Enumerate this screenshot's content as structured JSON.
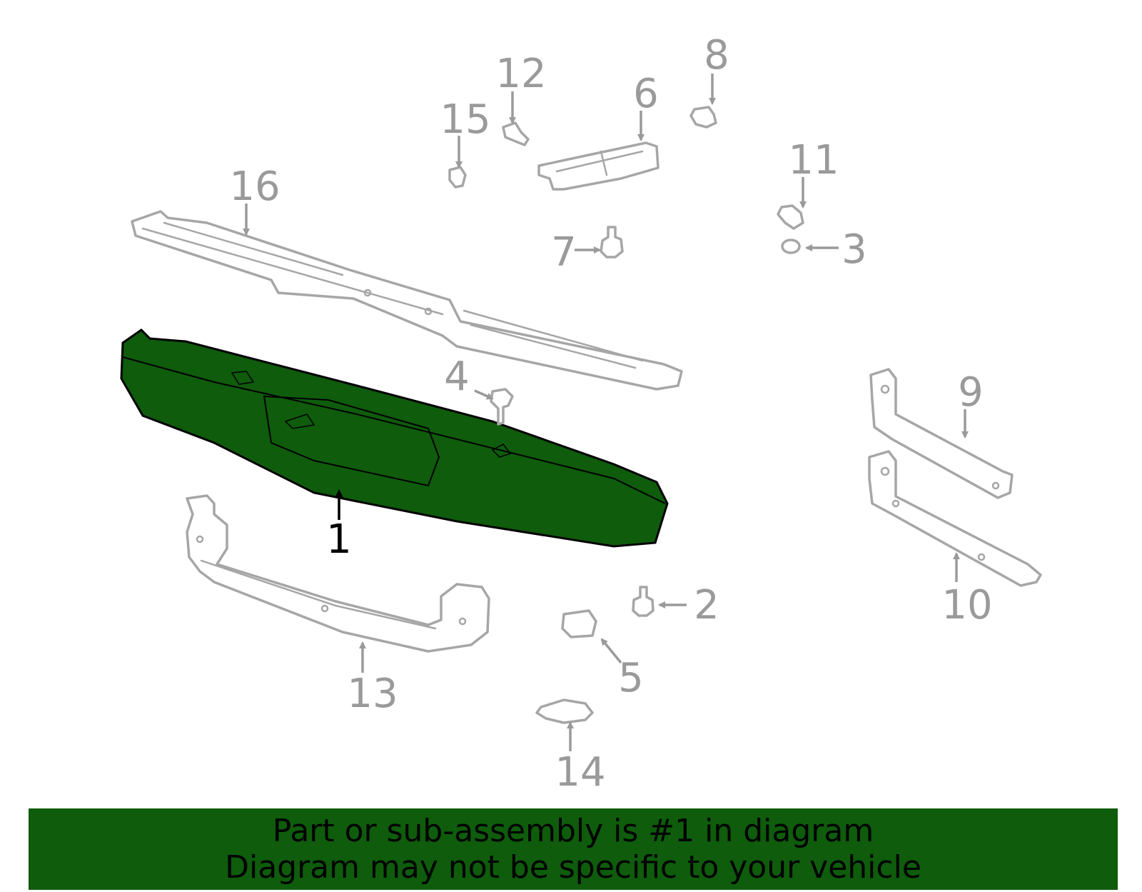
{
  "colors": {
    "highlight_fill": "#0e5c0c",
    "part_outline": "#a6a6a6",
    "callout_text": "#9a9a9a",
    "banner_background": "#0e5c0c"
  },
  "callouts": {
    "c1": "1",
    "c2": "2",
    "c3": "3",
    "c4": "4",
    "c5": "5",
    "c6": "6",
    "c7": "7",
    "c8": "8",
    "c9": "9",
    "c10": "10",
    "c11": "11",
    "c12": "12",
    "c13": "13",
    "c14": "14",
    "c15": "15",
    "c16": "16"
  },
  "highlighted_part": "1",
  "banner": {
    "line1": "Part or sub-assembly is #1 in diagram",
    "line2": "Diagram may not be specific to your vehicle"
  }
}
